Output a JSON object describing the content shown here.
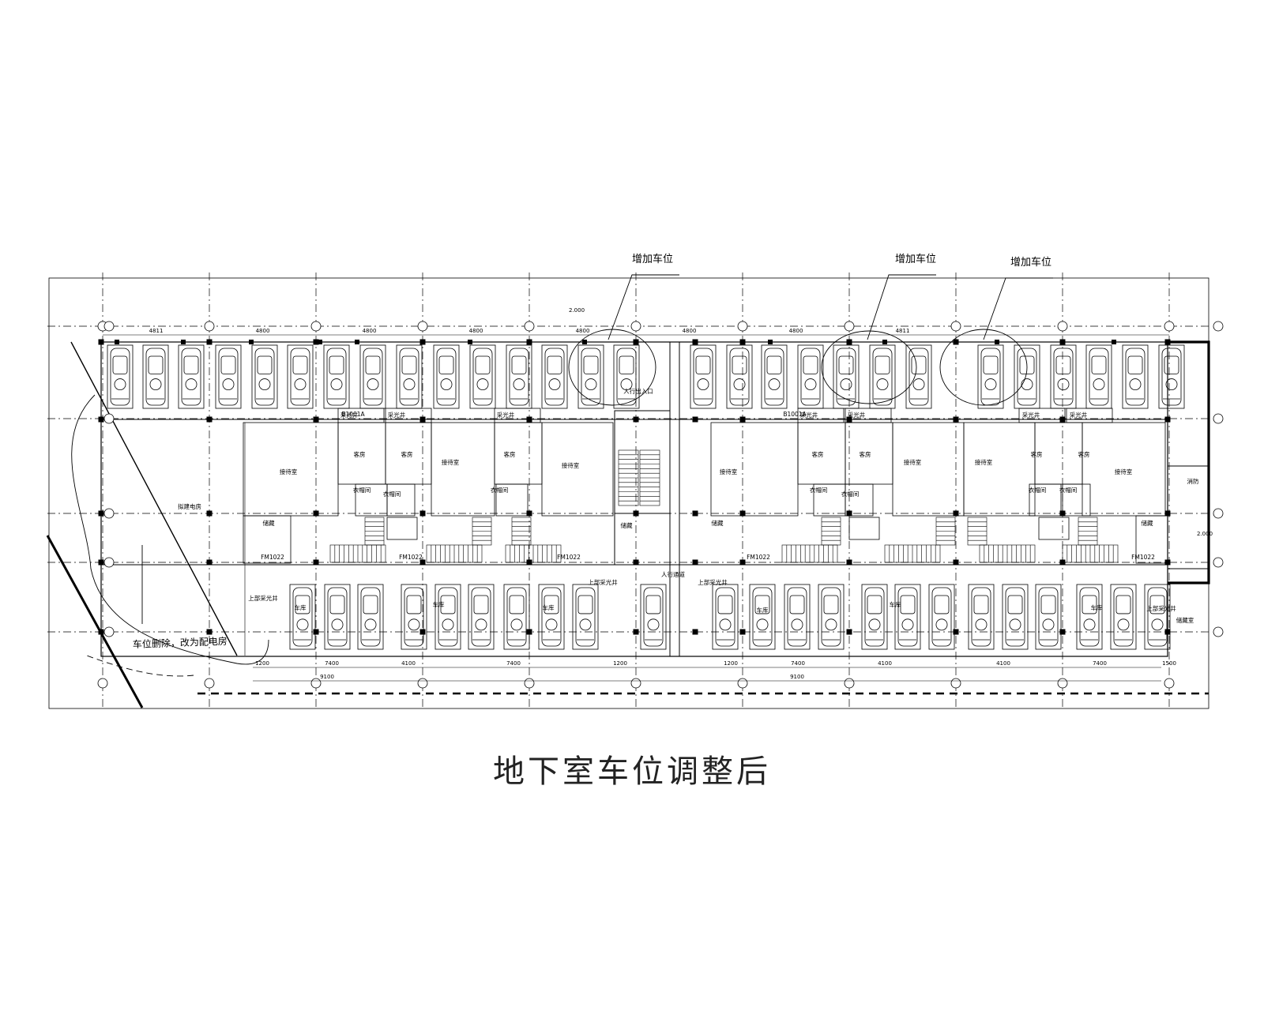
{
  "title": "地下室车位调整后",
  "callouts": [
    "增加车位",
    "增加车位",
    "增加车位"
  ],
  "note": "车位删除，改为配电房",
  "level_marks": [
    "2.000",
    "2.000"
  ],
  "dimensions": {
    "top": [
      "4811",
      "4800",
      "4800",
      "4800",
      "4800",
      "4800",
      "4800",
      "4811"
    ],
    "bottom_row1": [
      "1200",
      "7400",
      "4100",
      "7400",
      "1200",
      "1200",
      "7400",
      "4100",
      "4100",
      "7400",
      "1500"
    ],
    "bottom_row2": [
      "9100",
      "9100"
    ]
  },
  "rooms": {
    "lightwell": "采光井",
    "guest": "客房",
    "lobby": "接待室",
    "closet": "衣帽间",
    "storage": "储藏",
    "storage_full": "储藏室",
    "pedestrian": "人行通道",
    "pedestrian_entry": "人行出入口",
    "upper_lightwell": "上部采光井",
    "club": "车库",
    "power": "拟建电房",
    "pump": "消防",
    "door": "FM1022",
    "door_code": "B1001A"
  }
}
